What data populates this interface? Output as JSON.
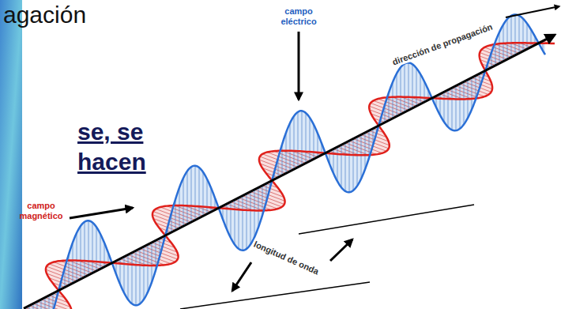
{
  "diagram": {
    "labels": [
      "agación",
      "se, se",
      "hacen",
      "campo eléctrico",
      "dirección de propagación",
      "campo magnético",
      "longitud de onda"
    ]
  }
}
